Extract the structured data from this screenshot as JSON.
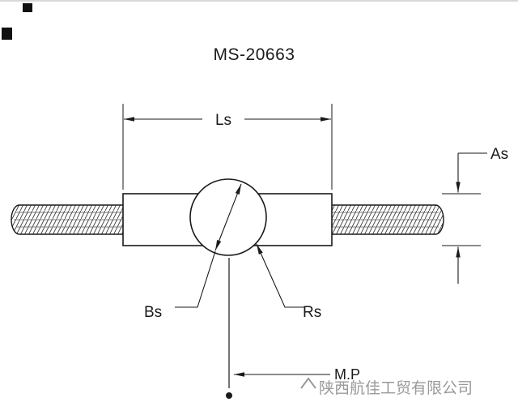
{
  "title": "MS-20663",
  "labels": {
    "length": "Ls",
    "height": "As",
    "ball_diameter": "Bs",
    "radius": "Rs",
    "midpoint": "M.P"
  },
  "watermark": {
    "text": "陕西航佳工贸有限公司"
  },
  "colors": {
    "line": "#1a1a1a",
    "watermark": "#9a9a9a",
    "background": "#ffffff"
  }
}
